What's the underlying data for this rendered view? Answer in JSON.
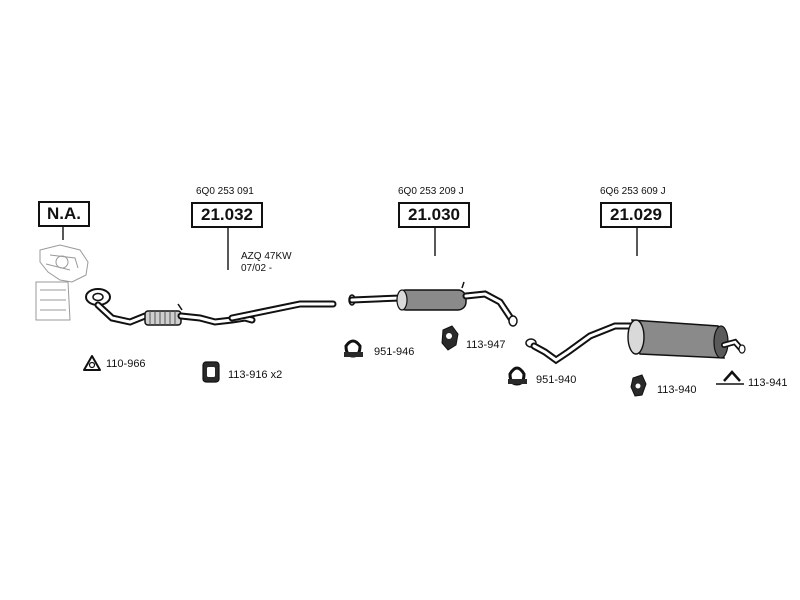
{
  "parts": {
    "na": {
      "label": "N.A."
    },
    "p21032": {
      "number": "21.032",
      "oe": "6Q0 253 091",
      "note_engine": "AZQ 47KW",
      "note_date": "07/02 -"
    },
    "p21030": {
      "number": "21.030",
      "oe": "6Q0 253 209 J"
    },
    "p21029": {
      "number": "21.029",
      "oe": "6Q6 253 609 J"
    }
  },
  "accessories": [
    {
      "code": "110-966"
    },
    {
      "code": "113-916 x2"
    },
    {
      "code": "951-946"
    },
    {
      "code": "113-947"
    },
    {
      "code": "951-940"
    },
    {
      "code": "113-940"
    },
    {
      "code": "113-941"
    }
  ],
  "colors": {
    "line": "#111111",
    "fill_light": "#d9d9d9",
    "fill_mid": "#8a8a8a",
    "fill_dark": "#2a2a2a"
  }
}
